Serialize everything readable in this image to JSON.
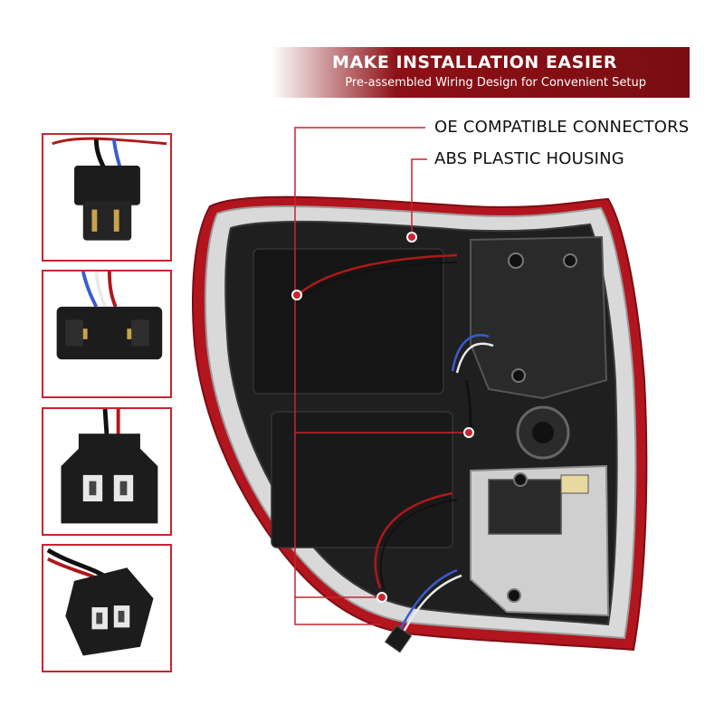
{
  "banner": {
    "title": "MAKE INSTALLATION EASIER",
    "subtitle": "Pre-assembled Wiring Design for Convenient Setup"
  },
  "callouts": [
    {
      "label": "OE COMPATIBLE CONNECTORS"
    },
    {
      "label": "ABS PLASTIC HOUSING"
    }
  ],
  "colors": {
    "accent": "#c8242f",
    "banner": "#8c1016",
    "housing": "#1c1c1c"
  },
  "thumbnails": [
    {
      "icon": "connector-plug-icon"
    },
    {
      "icon": "connector-block-icon"
    },
    {
      "icon": "connector-socket-icon"
    },
    {
      "icon": "connector-harness-icon"
    }
  ]
}
